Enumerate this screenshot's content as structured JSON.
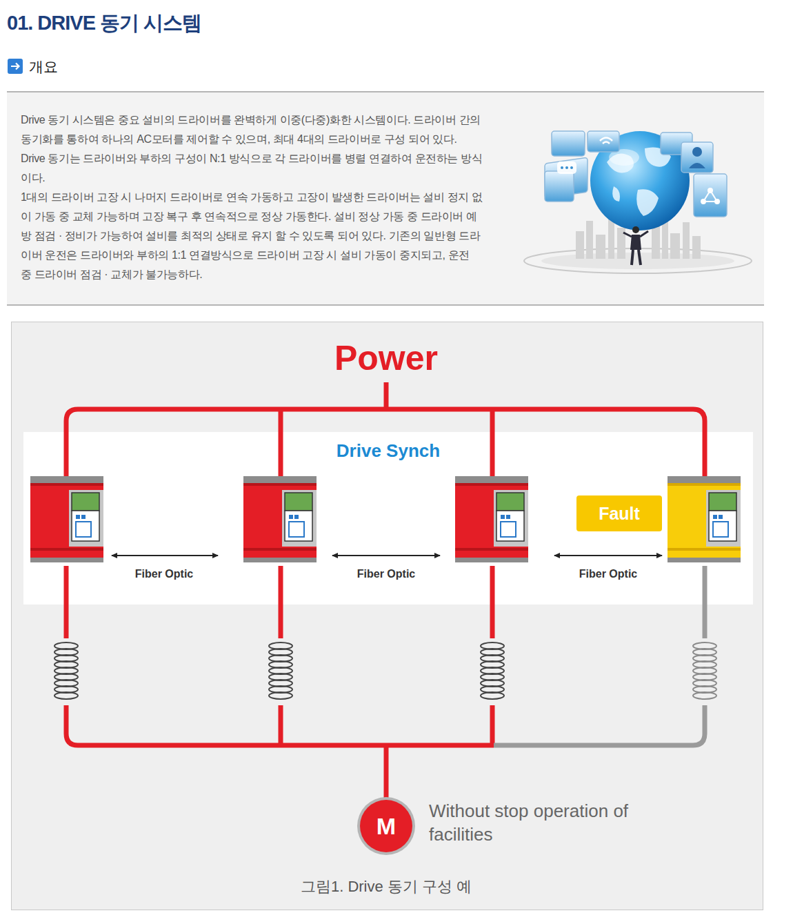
{
  "diagram": {
    "title": "01. DRIVE 동기 시스템",
    "caption": "그림1. Drive 동기 구성 예",
    "nodes": [
      {
        "text": [
          "Drive 동기 시스템은 중요 설비의 드라이버를 완벽하게 이중(다중)화한 시스템이다. 드라이버 간의 동기화를 통하여 하나의 AC모터를 제어할 수 있으며, 최대 4대의 드라이버로 구성 되어 있다. Drive 동기는 드라이버와 부하의 구성이 N:1 방식으로 각 드라이버를 병렬 연결하여 운전하는 방식이다.",
          "1대의 드라이버 고장 시 나머지 드라이버로 연속 가동하고 고장이 발생한 드라이버는 설비 정지 없이 가동 중 교체 가능하며 고장 복구 후 연속적으로 정상 가동한다. 설비 정상 가동 중 드라이버 예방 점검 · 정비가 가능하여 설비를 최적의 상태로 유지 할 수 있도록 되어 있다. 기존의 일반형 드라이버 운전은 드라이버와 부하의 1:1 연결방식으로 드라이버 고장 시 설비 가동이 중지되고, 운전 중 드라이버 점검 · 교체가 불가능하다."
        ]
      },
      {
        "text": [
          "Drive Synch"
        ]
      },
      {
        "text": [
          "Fault"
        ],
        "in": 1
      },
      {
        "text": [
          "M"
        ]
      }
    ],
    "labels": [
      "개요",
      "Power",
      "Fiber Optic",
      "Fiber Optic",
      "Fiber Optic",
      "Without stop operation of facilities"
    ]
  }
}
